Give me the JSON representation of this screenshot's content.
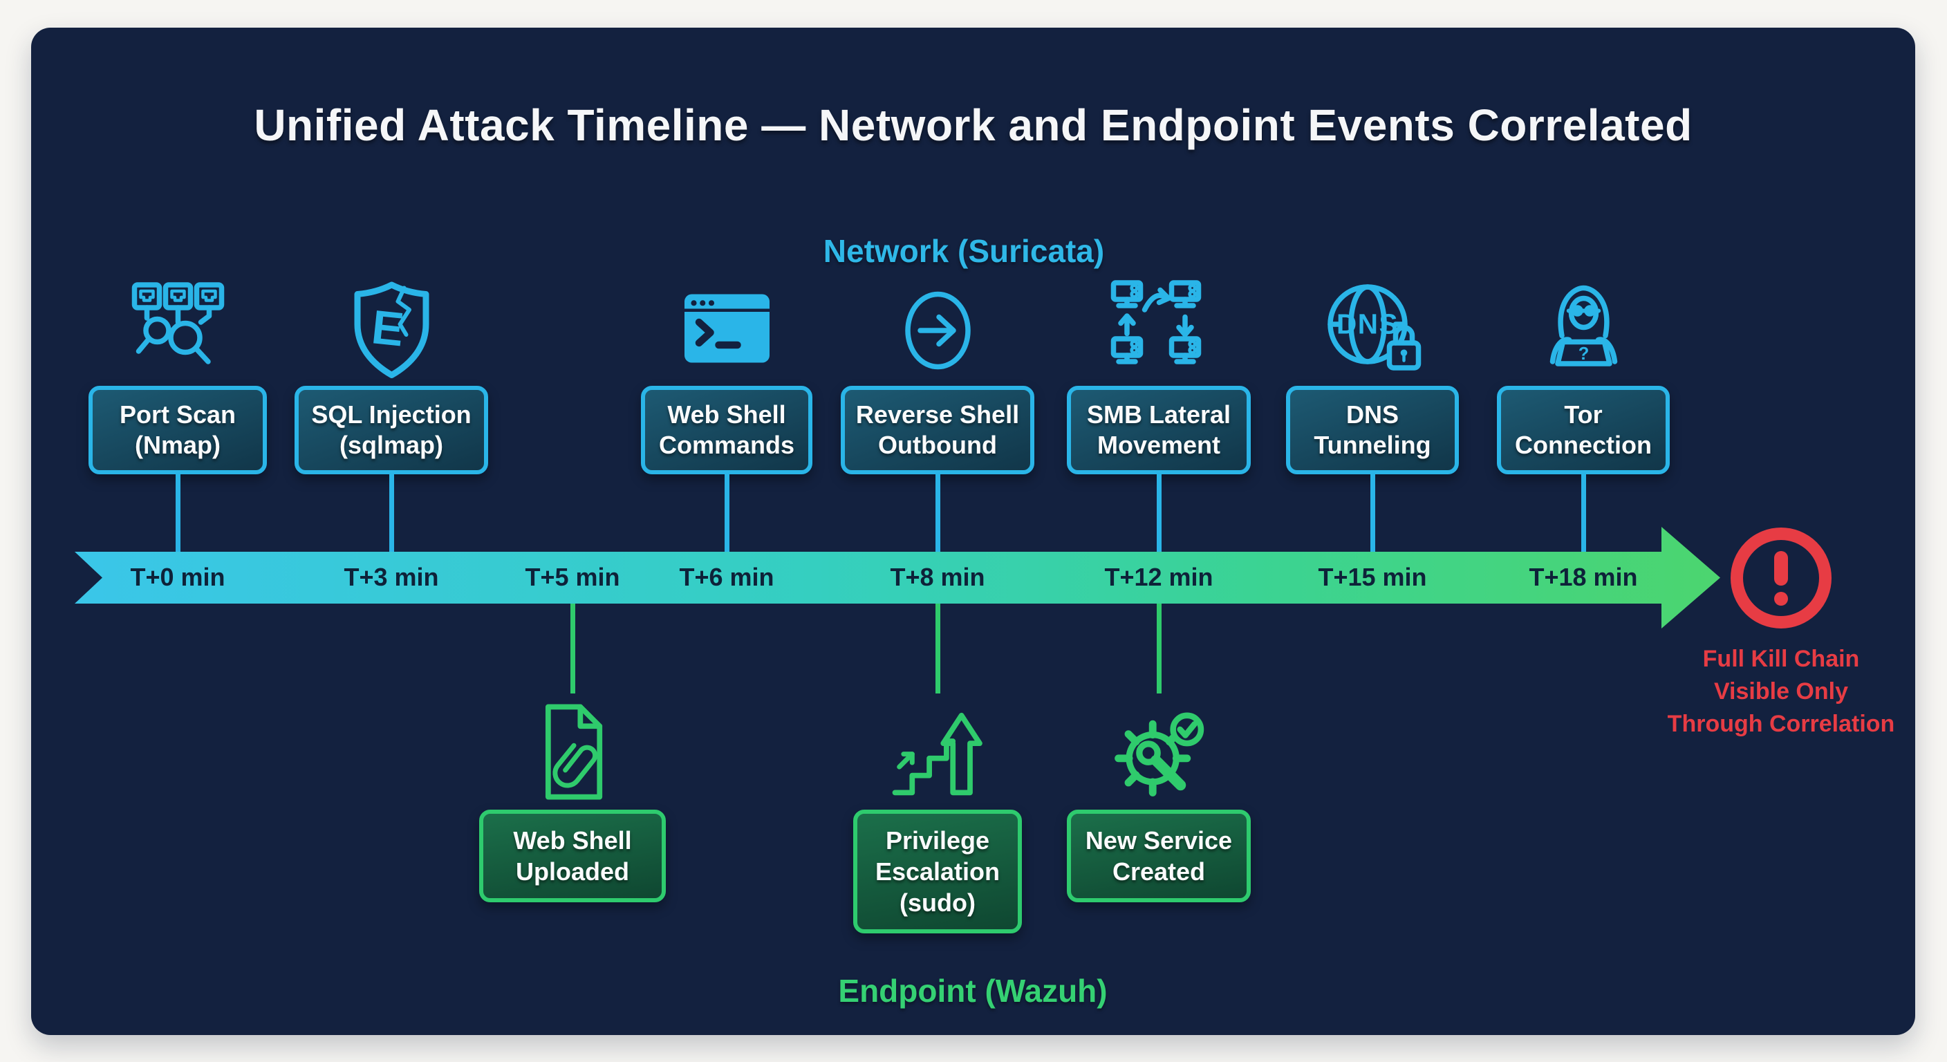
{
  "title": "Unified Attack Timeline — Network and Endpoint Events Correlated",
  "network": {
    "label": "Network (Suricata)",
    "events": [
      {
        "label": "Port Scan (Nmap)",
        "label_lines": [
          "Port Scan",
          "(Nmap)"
        ],
        "time": "T+0 min",
        "icon": "port-scan-icon"
      },
      {
        "label": "SQL Injection (sqlmap)",
        "label_lines": [
          "SQL Injection",
          "(sqlmap)"
        ],
        "time": "T+3 min",
        "icon": "breached-shield-icon"
      },
      {
        "label": "Web Shell Commands",
        "label_lines": [
          "Web Shell",
          "Commands"
        ],
        "time": "T+6 min",
        "icon": "terminal-window-icon"
      },
      {
        "label": "Reverse Shell Outbound",
        "label_lines": [
          "Reverse Shell",
          "Outbound"
        ],
        "time": "T+8 min",
        "icon": "outbound-arrow-icon"
      },
      {
        "label": "SMB Lateral Movement",
        "label_lines": [
          "SMB Lateral",
          "Movement"
        ],
        "time": "T+12 min",
        "icon": "server-lateral-icon"
      },
      {
        "label": "DNS Tunneling",
        "label_lines": [
          "DNS",
          "Tunneling"
        ],
        "time": "T+15 min",
        "icon": "dns-lock-globe-icon"
      },
      {
        "label": "Tor Connection",
        "label_lines": [
          "Tor",
          "Connection"
        ],
        "time": "T+18 min",
        "icon": "hooded-hacker-icon"
      }
    ]
  },
  "endpoint": {
    "label": "Endpoint (Wazuh)",
    "events": [
      {
        "label": "Web Shell Uploaded",
        "label_lines": [
          "Web Shell",
          "Uploaded"
        ],
        "time": "T+5 min",
        "icon": "file-paperclip-icon"
      },
      {
        "label": "Privilege Escalation (sudo)",
        "label_lines": [
          "Privilege",
          "Escalation",
          "(sudo)"
        ],
        "time": "T+8 min",
        "icon": "stairs-up-arrow-icon"
      },
      {
        "label": "New Service Created",
        "label_lines": [
          "New Service",
          "Created"
        ],
        "time": "T+12 min",
        "icon": "gear-wrench-check-icon"
      }
    ]
  },
  "timeline": {
    "ticks": [
      "T+0 min",
      "T+3 min",
      "T+5 min",
      "T+6 min",
      "T+8 min",
      "T+12 min",
      "T+15 min",
      "T+18 min"
    ]
  },
  "warning": {
    "icon": "alert-exclamation-icon",
    "lines": [
      "Full Kill Chain",
      "Visible Only",
      "Through Correlation"
    ]
  },
  "colors": {
    "background": "#f6f5f2",
    "card": "#13213f",
    "network_accent": "#2ab5e8",
    "endpoint_accent": "#2fcb6c",
    "warning_red": "#e73c44",
    "timeline_gradient": [
      "#3ac6e9",
      "#35cfc0",
      "#4cd56f"
    ]
  }
}
